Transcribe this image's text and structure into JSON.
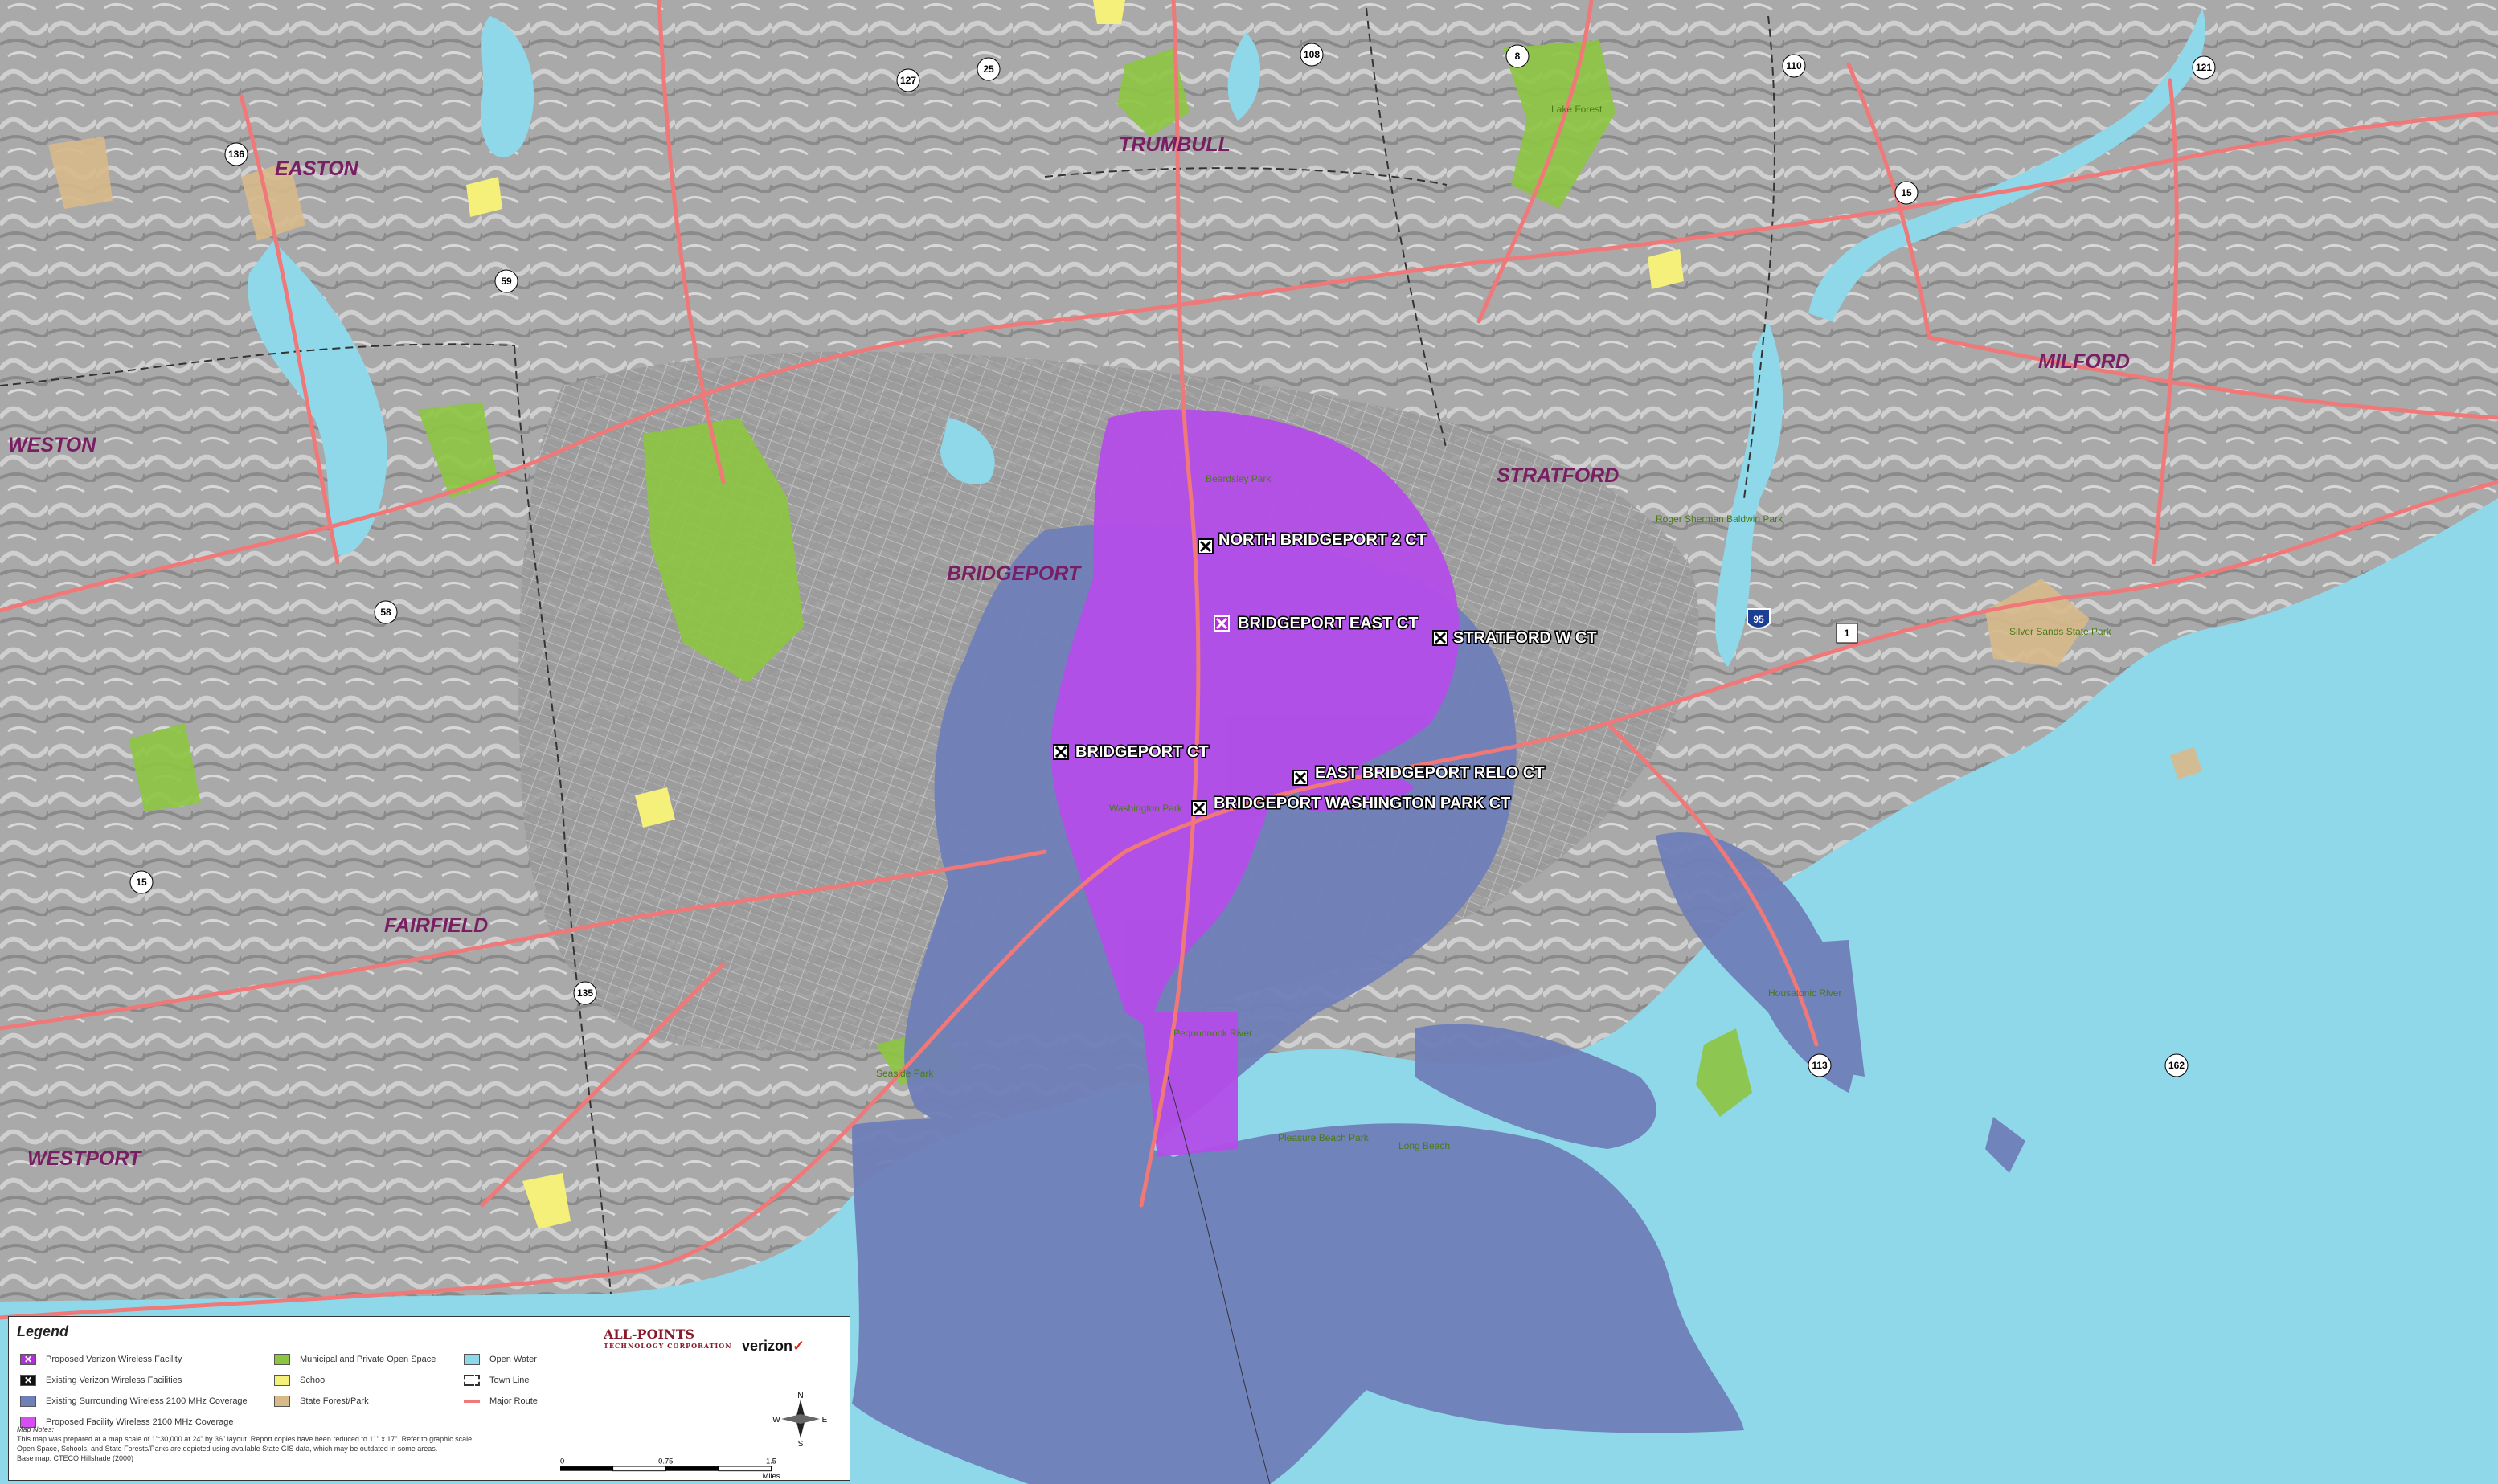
{
  "towns": [
    {
      "label": "EASTON",
      "id": "easton"
    },
    {
      "label": "TRUMBULL",
      "id": "trumbull"
    },
    {
      "label": "WESTON",
      "id": "weston"
    },
    {
      "label": "BRIDGEPORT",
      "id": "bridgeport"
    },
    {
      "label": "STRATFORD",
      "id": "stratford"
    },
    {
      "label": "MILFORD",
      "id": "milford"
    },
    {
      "label": "FAIRFIELD",
      "id": "fairfield"
    },
    {
      "label": "WESTPORT",
      "id": "westport"
    }
  ],
  "sites": [
    {
      "label": "NORTH BRIDGEPORT 2 CT",
      "type": "existing"
    },
    {
      "label": "BRIDGEPORT EAST CT",
      "type": "proposed"
    },
    {
      "label": "STRATFORD W CT",
      "type": "existing"
    },
    {
      "label": "BRIDGEPORT CT",
      "type": "existing"
    },
    {
      "label": "EAST BRIDGEPORT RELO CT",
      "type": "existing"
    },
    {
      "label": "BRIDGEPORT WASHINGTON PARK CT",
      "type": "existing"
    }
  ],
  "routes": [
    "127",
    "25",
    "108",
    "8",
    "110",
    "121",
    "136",
    "59",
    "15",
    "58",
    "135",
    "95",
    "1",
    "162",
    "113",
    "15"
  ],
  "places": [
    "Pequonnock River",
    "Seaside Park",
    "Beardsley Park",
    "Roger Sherman Baldwin Park",
    "Housatonic River",
    "Long Beach",
    "Pleasure Beach Park",
    "Washington Park",
    "Lake Forest",
    "Silver Sands State Park"
  ],
  "legend": {
    "title": "Legend",
    "items_col1": [
      {
        "label": "Proposed Verizon Wireless Facility",
        "color": "#b02fd6",
        "glyph": "✕"
      },
      {
        "label": "Existing Verizon Wireless Facilities",
        "color": "#111111",
        "glyph": "✕"
      },
      {
        "label": "Existing Surrounding Wireless 2100 MHz Coverage",
        "color": "#6f7fb8",
        "glyph": ""
      },
      {
        "label": "Proposed Facility Wireless 2100 MHz Coverage",
        "color": "#d64ef2",
        "glyph": ""
      }
    ],
    "items_col2": [
      {
        "label": "Municipal and Private Open Space",
        "color": "#8dc540"
      },
      {
        "label": "School",
        "color": "#f4f07a"
      },
      {
        "label": "State Forest/Park",
        "color": "#d8b98a"
      }
    ],
    "items_col3": [
      {
        "label": "Open Water",
        "color": "#8fd8ea"
      },
      {
        "label": "Town Line",
        "color": "#ffffff"
      },
      {
        "label": "Major Route",
        "color": "#f07878"
      }
    ],
    "notes_title": "Map Notes:",
    "notes": [
      "This map was prepared at a map scale of 1\":30,000 at 24\" by 36\" layout. Report copies have been reduced to 11\" x 17\". Refer to graphic scale.",
      "Open Space, Schools, and State Forests/Parks are depicted using available State GIS data, which may be outdated in some areas.",
      "Base map: CTECO Hillshade (2000)"
    ],
    "scale": {
      "ticks": [
        "0",
        "0.75",
        "1.5"
      ],
      "unit": "Miles"
    },
    "logo_apc": "ALL-POINTS",
    "logo_apc_sub": "TECHNOLOGY CORPORATION",
    "logo_vz": "verizon",
    "compass": {
      "n": "N",
      "s": "S",
      "e": "E",
      "w": "W"
    }
  }
}
